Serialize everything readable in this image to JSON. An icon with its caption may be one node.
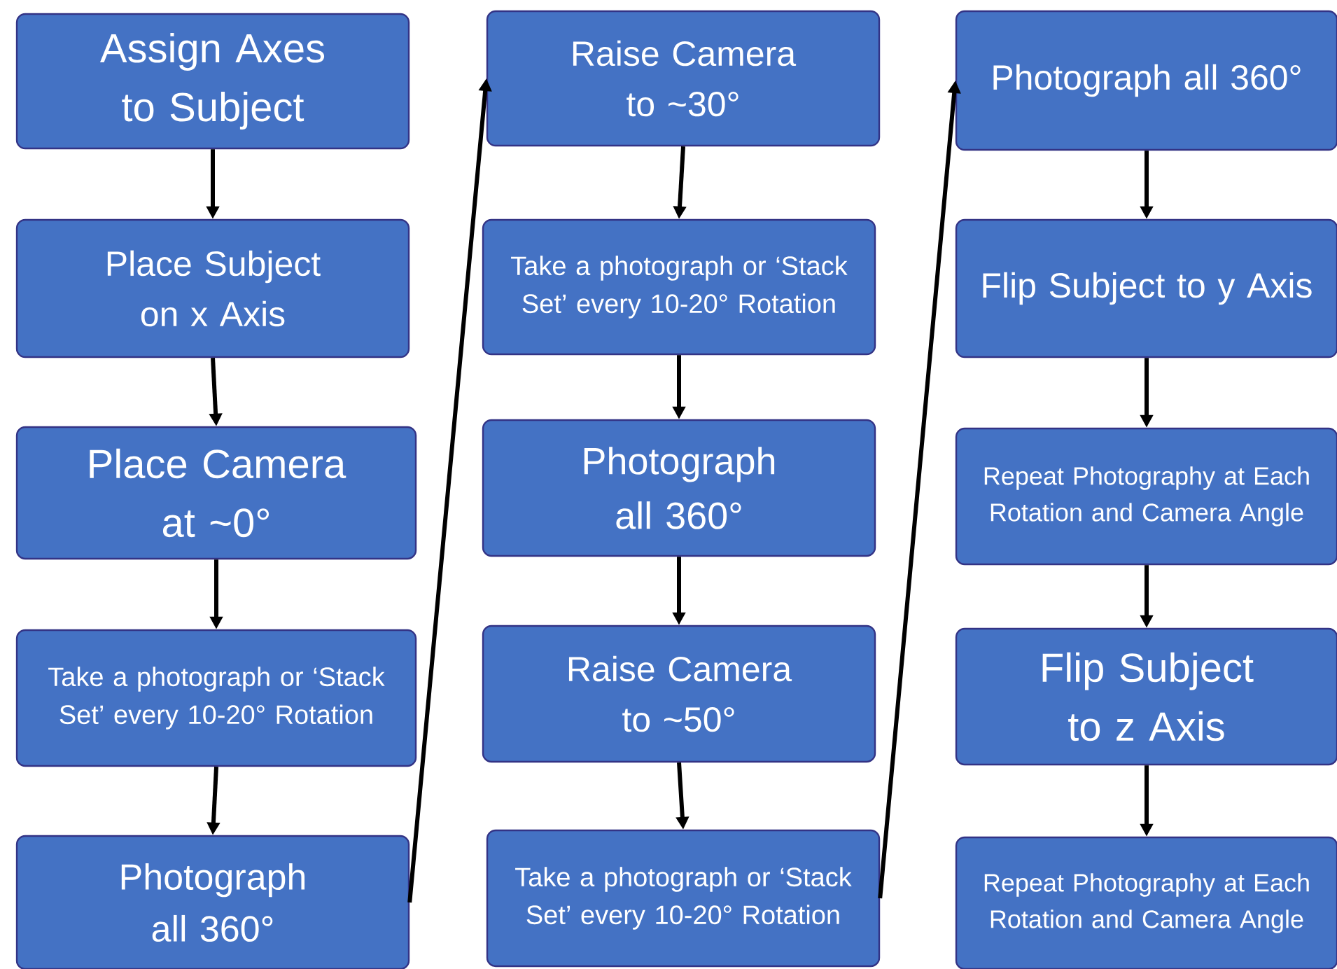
{
  "diagram": {
    "nodes": [
      {
        "text": [
          "Assign Axes to Subject"
        ]
      },
      {
        "text": [
          "Place Subject on x Axis"
        ]
      },
      {
        "text": [
          "Place Camera at ~0°"
        ]
      },
      {
        "text": [
          "Take a photograph or ‘Stack Set’ every 10-20° Rotation"
        ]
      },
      {
        "text": [
          "Photograph all 360°"
        ]
      },
      {
        "text": [
          "Raise Camera to ~30°"
        ]
      },
      {
        "text": [
          "Take a photograph or ‘Stack Set’ every 10-20° Rotation"
        ]
      },
      {
        "text": [
          "Photograph all 360°"
        ]
      },
      {
        "text": [
          "Raise Camera to ~50°"
        ]
      },
      {
        "text": [
          "Take a photograph or ‘Stack Set’ every 10-20° Rotation"
        ]
      },
      {
        "text": [
          "Photograph all 360°"
        ]
      },
      {
        "text": [
          "Flip Subject to y Axis"
        ]
      },
      {
        "text": [
          "Repeat Photography at Each Rotation and Camera Angle"
        ]
      },
      {
        "text": [
          "Flip Subject to z Axis"
        ]
      },
      {
        "text": [
          "Repeat Photography at Each Rotation and Camera Angle"
        ]
      }
    ],
    "edges": [
      {
        "from": 0,
        "to": 1,
        "arrow": "to"
      },
      {
        "from": 1,
        "to": 2,
        "arrow": "to"
      },
      {
        "from": 2,
        "to": 3,
        "arrow": "to"
      },
      {
        "from": 3,
        "to": 4,
        "arrow": "to"
      },
      {
        "from": 4,
        "to": 5,
        "arrow": "to"
      },
      {
        "from": 5,
        "to": 6,
        "arrow": "to"
      },
      {
        "from": 6,
        "to": 7,
        "arrow": "to"
      },
      {
        "from": 7,
        "to": 8,
        "arrow": "to"
      },
      {
        "from": 8,
        "to": 9,
        "arrow": "to"
      },
      {
        "from": 9,
        "to": 10,
        "arrow": "to"
      },
      {
        "from": 10,
        "to": 11,
        "arrow": "to"
      },
      {
        "from": 11,
        "to": 12,
        "arrow": "to"
      },
      {
        "from": 12,
        "to": 13,
        "arrow": "to"
      },
      {
        "from": 13,
        "to": 14,
        "arrow": "to"
      }
    ]
  }
}
